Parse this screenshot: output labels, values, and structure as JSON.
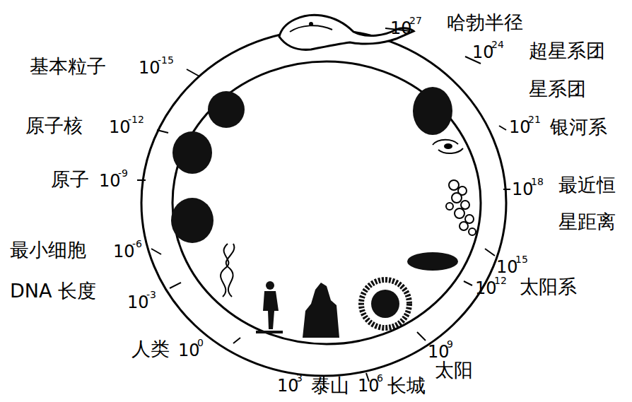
{
  "diagram": {
    "labels": [
      "10",
      "27",
      "哈勃半径",
      "基本粒子",
      "10",
      "-15",
      "10",
      "24",
      "超星系团",
      "星系团",
      "原子核",
      "10",
      "-12",
      "10",
      "21",
      "银河系",
      "原子",
      "10",
      "-9",
      "10",
      "18",
      "最近恒",
      "星距离",
      "最小细胞",
      "10",
      "-6",
      "10",
      "15",
      "DNA 长度",
      "10",
      "-3",
      "10",
      "12",
      "太阳系",
      "人类",
      "10",
      "0",
      "10",
      "9",
      "太阳",
      "10",
      "3",
      "泰山",
      "10",
      "6",
      "长城"
    ]
  }
}
